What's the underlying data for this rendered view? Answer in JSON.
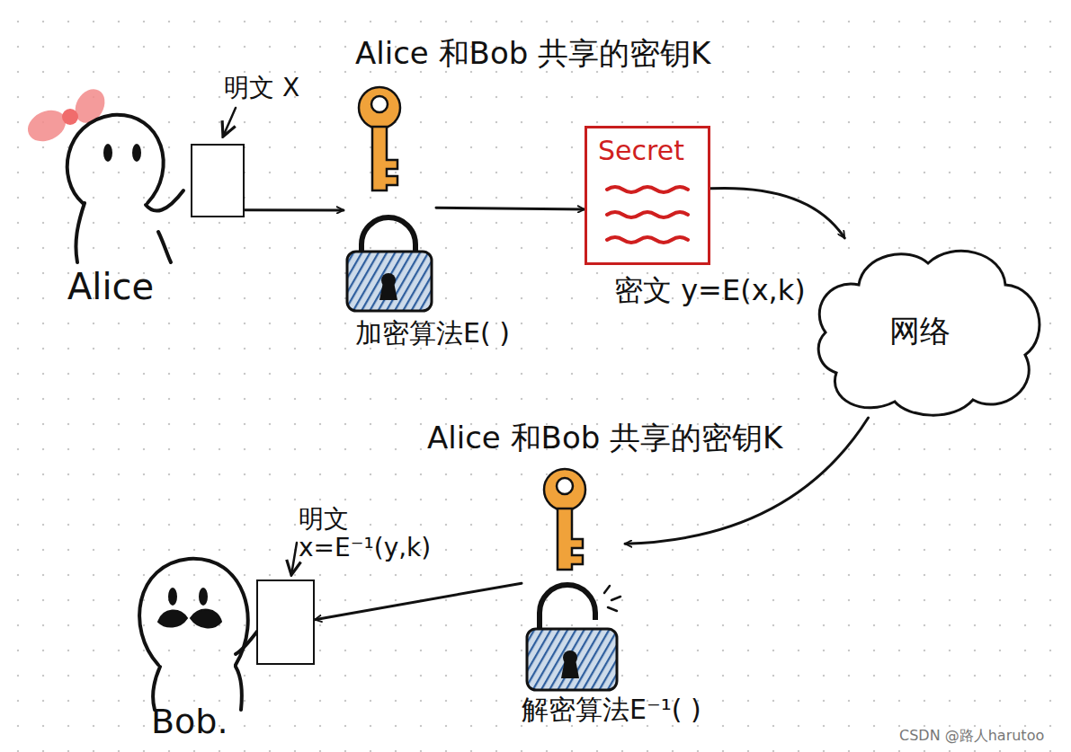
{
  "diagram": {
    "nodes": [
      {
        "text": [
          "明文 X"
        ]
      },
      {
        "text": [
          "Alice 和Bob 共享的密钥K",
          "加密算法E( )"
        ]
      },
      {
        "text": [
          "Secret",
          "密文 y=E(x,k)"
        ]
      },
      {
        "text": [
          "网络"
        ]
      },
      {
        "text": [
          "Alice 和Bob 共享的密钥K",
          "解密算法E⁻¹( )"
        ]
      },
      {
        "text": [
          "明文 x=E⁻¹(y,k)"
        ]
      }
    ],
    "edges": [
      {
        "from": 0,
        "to": 1,
        "arrow": "to"
      },
      {
        "from": 1,
        "to": 2,
        "arrow": "to"
      },
      {
        "from": 2,
        "to": 3,
        "arrow": "to"
      },
      {
        "from": 3,
        "to": 4,
        "arrow": "to"
      },
      {
        "from": 4,
        "to": 5,
        "arrow": "to"
      }
    ],
    "labels": [
      "Alice",
      "Bob.",
      "CSDN @路人harutoo"
    ]
  }
}
